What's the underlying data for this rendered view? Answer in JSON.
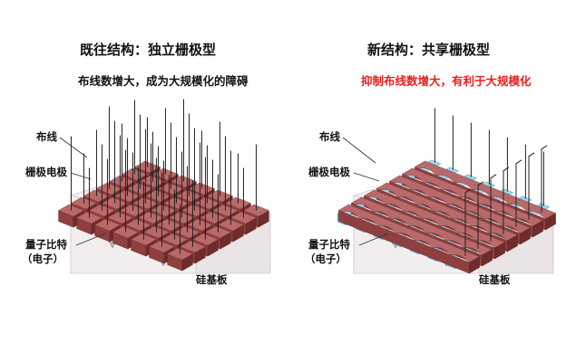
{
  "left": {
    "title": "既往结构：独立栅极型",
    "subtitle": "布线数增大，成为大规模化的障碍",
    "labels": {
      "wiring": "布线",
      "gate": "栅极电极",
      "qubit_line1": "量子比特",
      "qubit_line2": "（电子）",
      "substrate": "硅基板"
    }
  },
  "right": {
    "title": "新结构：共享栅极型",
    "subtitle": "抑制布线数增大，有利于大规模化",
    "labels": {
      "wiring": "布线",
      "gate": "栅极电极",
      "qubit_line1": "量子比特",
      "qubit_line2": "（电子）",
      "substrate": "硅基板"
    }
  },
  "colors": {
    "subtitle_right": "#e8201c",
    "gate_top": "#b86a6a",
    "gate_front": "#8f3f3f",
    "gate_side": "#6e2c2c",
    "insulator": "#9fd7ee",
    "substrate": "#f3eeee",
    "qubit_arrow": "#f0a020"
  }
}
